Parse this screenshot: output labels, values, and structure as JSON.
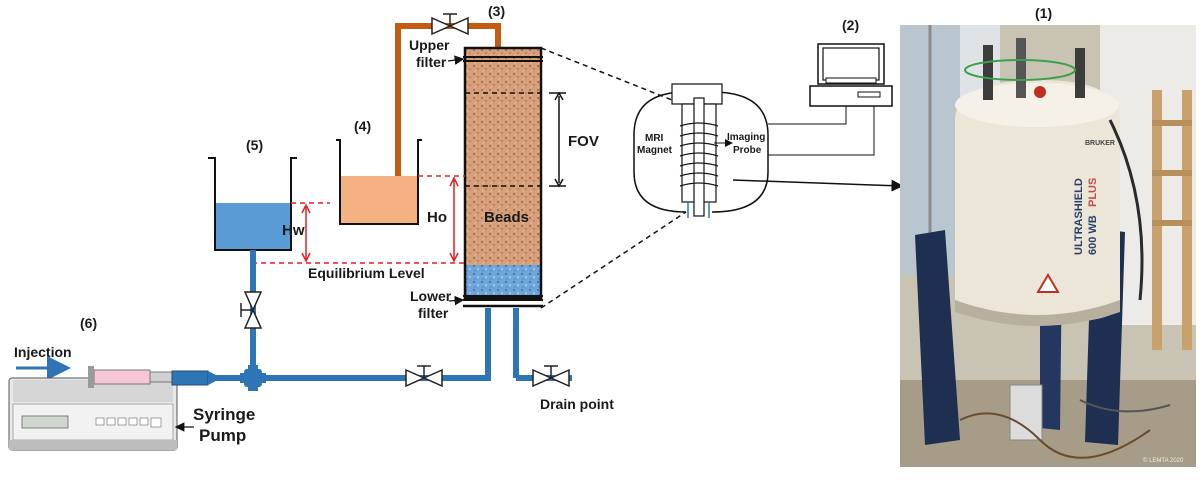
{
  "labels": {
    "n1": "(1)",
    "n2": "(2)",
    "n3": "(3)",
    "n4": "(4)",
    "n5": "(5)",
    "n6": "(6)",
    "upper_filter_1": "Upper",
    "upper_filter_2": "filter",
    "lower_filter_1": "Lower",
    "lower_filter_2": "filter",
    "fov": "FOV",
    "beads": "Beads",
    "ho": "Ho",
    "hw": "Hw",
    "equilibrium": "Equilibrium Level",
    "mri_1": "MRI",
    "mri_2": "Magnet",
    "probe_1": "Imaging",
    "probe_2": "Probe",
    "injection": "Injection",
    "syringe_1": "Syringe",
    "syringe_2": "Pump",
    "drain": "Drain point"
  },
  "photo": {
    "brand": "BRUKER",
    "model_1": "ULTRASHIELD",
    "model_2": "600 WB",
    "model_3": "PLUS",
    "credit": "© LEMTA 2020"
  },
  "colors": {
    "pipe_blue": "#2e75b6",
    "pipe_orange": "#c55a11",
    "water": "#5b9bd5",
    "oil": "#f4b183",
    "beads": "#d9a27a",
    "dashed_red": "#e02020"
  }
}
